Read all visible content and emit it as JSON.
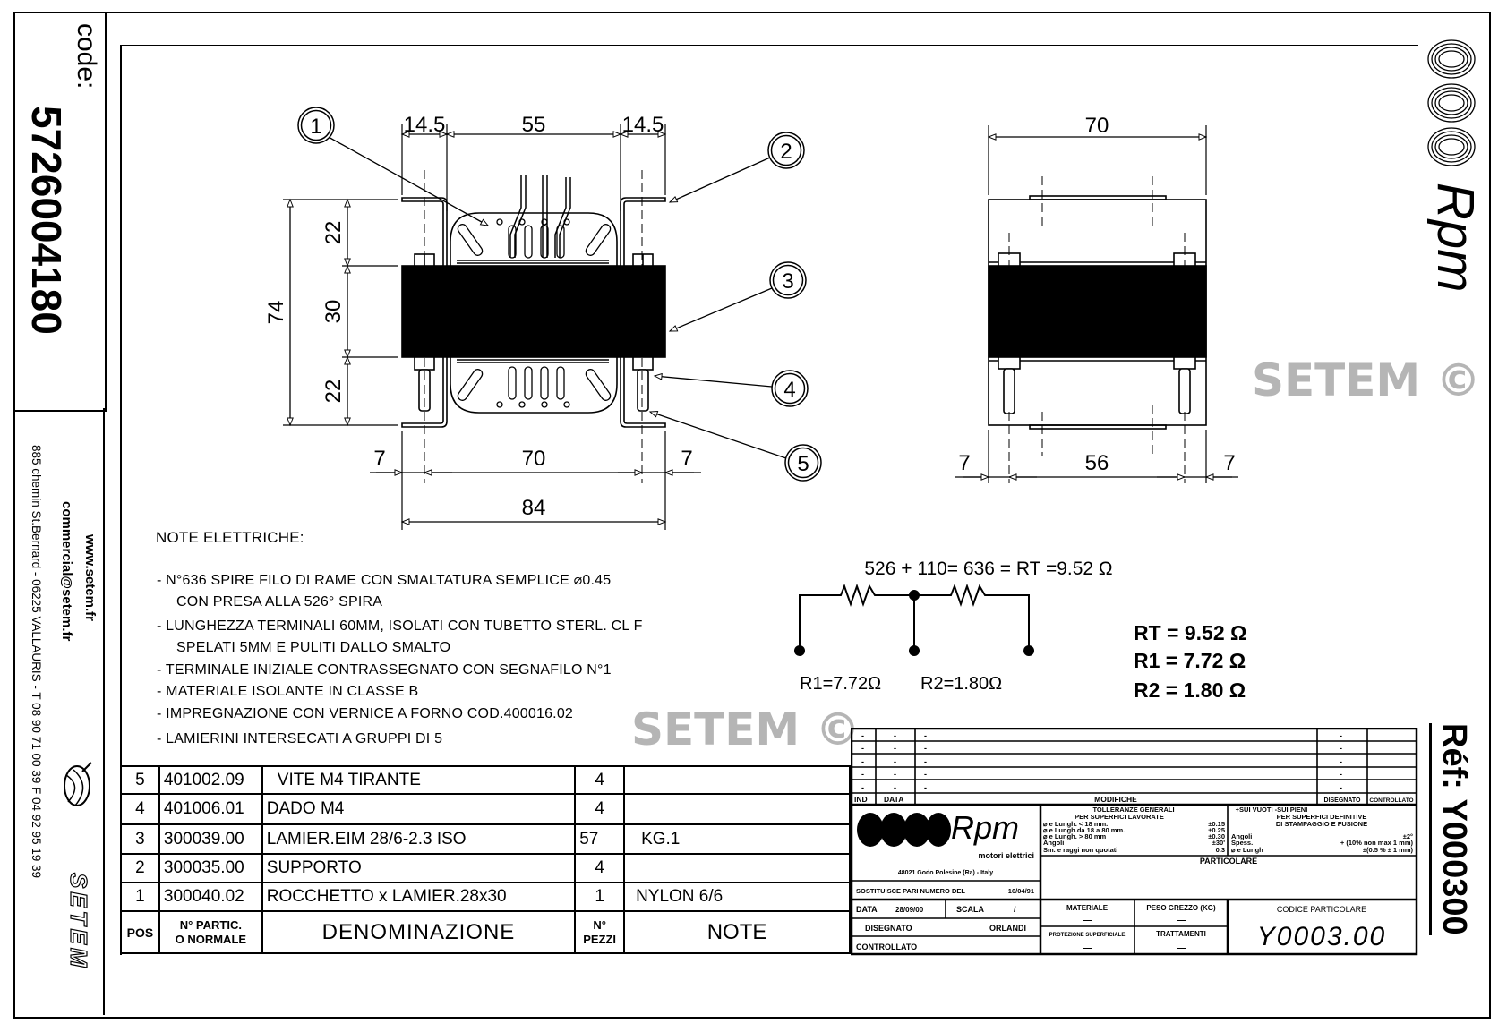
{
  "left_strip": {
    "code_label": "code:",
    "code": "5726004180",
    "website": "www.setem.fr",
    "email": "commercial@setem.fr",
    "address": "885 chemin St.Bernard - 06225 VALLAURIS - T 08 90 71 00 39  F 04 92 95 19 39",
    "brand": "SETEM"
  },
  "right_strip": {
    "brand": "Rpm",
    "ref_label": "Réf:",
    "ref": "Y000300"
  },
  "front_view": {
    "dims": {
      "top_left": "14.5",
      "top_mid": "55",
      "top_right": "14.5",
      "height_total": "74",
      "h_top": "22",
      "h_mid": "30",
      "h_bot": "22",
      "bottom_left": "7",
      "bottom_mid": "70",
      "bottom_right": "7",
      "overall": "84"
    },
    "balloons": [
      "1",
      "2",
      "3",
      "4",
      "5"
    ]
  },
  "side_view": {
    "dims": {
      "width": "70",
      "left": "7",
      "mid": "56",
      "right": "7"
    }
  },
  "notes": {
    "title": "NOTE ELETTRICHE:",
    "lines": [
      "- N°636 SPIRE FILO DI RAME CON SMALTATURA SEMPLICE ⌀0.45",
      "  CON PRESA ALLA 526° SPIRA",
      "- LUNGHEZZA TERMINALI 60MM, ISOLATI CON TUBETTO STERL. CL F",
      "  SPELATI 5MM E PULITI DALLO SMALTO",
      "- TERMINALE INIZIALE CONTRASSEGNATO CON SEGNAFILO N°1",
      "- MATERIALE ISOLANTE IN CLASSE B",
      "- IMPREGNAZIONE CON VERNICE A FORNO COD.400016.02",
      "- LAMIERINI INTERSECATI A GRUPPI DI 5"
    ]
  },
  "schematic": {
    "equation": "526 + 110= 636 = RT =9.52 Ω",
    "r1_label": "R1=7.72Ω",
    "r2_label": "R2=1.80Ω",
    "values": [
      "RT = 9.52 Ω",
      "R1 = 7.72 Ω",
      "R2 = 1.80 Ω"
    ]
  },
  "parts_table": {
    "rows": [
      {
        "pos": "5",
        "code": "401002.09",
        "name": "VITE M4 TIRANTE",
        "qty": "4",
        "note": ""
      },
      {
        "pos": "4",
        "code": "401006.01",
        "name": "DADO M4",
        "qty": "4",
        "note": ""
      },
      {
        "pos": "3",
        "code": "300039.00",
        "name": "LAMIER.EIM 28/6-2.3 ISO",
        "qty": "57",
        "note": "KG.1"
      },
      {
        "pos": "2",
        "code": "300035.00",
        "name": "SUPPORTO",
        "qty": "4",
        "note": ""
      },
      {
        "pos": "1",
        "code": "300040.02",
        "name": "ROCCHETTO x LAMIER.28x30",
        "qty": "1",
        "note": "NYLON 6/6"
      }
    ],
    "headers": {
      "pos": "POS",
      "code_1": "N° PARTIC.",
      "code_2": "O NORMALE",
      "name": "DENOMINAZIONE",
      "qty_1": "N°",
      "qty_2": "PEZZI",
      "note": "NOTE"
    }
  },
  "title_block": {
    "mod_rows": [
      {
        "ind": "-",
        "data": "-",
        "mod": "-",
        "dis": "-"
      },
      {
        "ind": "-",
        "data": "-",
        "mod": "-",
        "dis": "-"
      },
      {
        "ind": "-",
        "data": "-",
        "mod": "-",
        "dis": "-"
      },
      {
        "ind": "-",
        "data": "-",
        "mod": "-",
        "dis": "-"
      },
      {
        "ind": "-",
        "data": "-",
        "mod": "-",
        "dis": "-"
      }
    ],
    "mod_headers": {
      "ind": "IND",
      "data": "DATA",
      "mod": "MODIFICHE",
      "dis": "DISEGNATO",
      "contr": "CONTROLLATO"
    },
    "logo_brand": "Rpm",
    "logo_sub": "motori elettrici",
    "logo_address": "48021 Godo Polesine (Ra) - Italy",
    "sostituisce_label": "SOSTITUISCE PARI NUMERO DEL",
    "sostituisce_date": "16/04/91",
    "data_label": "DATA",
    "data_value": "28/09/00",
    "scala_label": "SCALA",
    "scala_value": "/",
    "disegnato_label": "DISEGNATO",
    "disegnato_value": "ORLANDI",
    "controllato_label": "CONTROLLATO",
    "tolerances": {
      "title": "TOLLERANZE GENERALI",
      "title_right": "+SUI VUOTI  -SUI PIENI",
      "left_heading": "PER SUPERFICI LAVORATE",
      "left_rows": [
        {
          "label": "⌀ e Lungh.   < 18 mm.",
          "value": "±0.15"
        },
        {
          "label": "⌀ e Lungh.da 18 a 80 mm.",
          "value": "±0.25"
        },
        {
          "label": "⌀ e Lungh.   > 80 mm",
          "value": "±0.30"
        },
        {
          "label": "Angoli",
          "value": "±30'"
        },
        {
          "label": "Sm. e raggi non quotati",
          "value": "0.3"
        }
      ],
      "right_heading_1": "PER SUPERFICI DEFINITIVE",
      "right_heading_2": "DI STAMPAGGIO E FUSIONE",
      "right_rows": [
        {
          "label": "Angoli",
          "value": "±2°"
        },
        {
          "label": "Spess.",
          "value": "+ (10% non max 1 mm)"
        },
        {
          "label": "⌀ e Lungh",
          "value": "±(0.5 % ± 1 mm)"
        }
      ]
    },
    "particolare_label": "PARTICOLARE",
    "materiale_label": "MATERIALE",
    "materiale_value": "—",
    "peso_label": "PESO GREZZO (KG)",
    "peso_value": "—",
    "protezione_label": "PROTEZIONE SUPERFICIALE",
    "protezione_value": "—",
    "trattamenti_label": "TRATTAMENTI",
    "trattamenti_value": "—",
    "codice_label": "CODICE PARTICOLARE",
    "codice_value": "Y0003.00"
  },
  "watermark": "SETEM ©",
  "colors": {
    "ink": "#000000",
    "watermark": "#b5b5b5"
  }
}
